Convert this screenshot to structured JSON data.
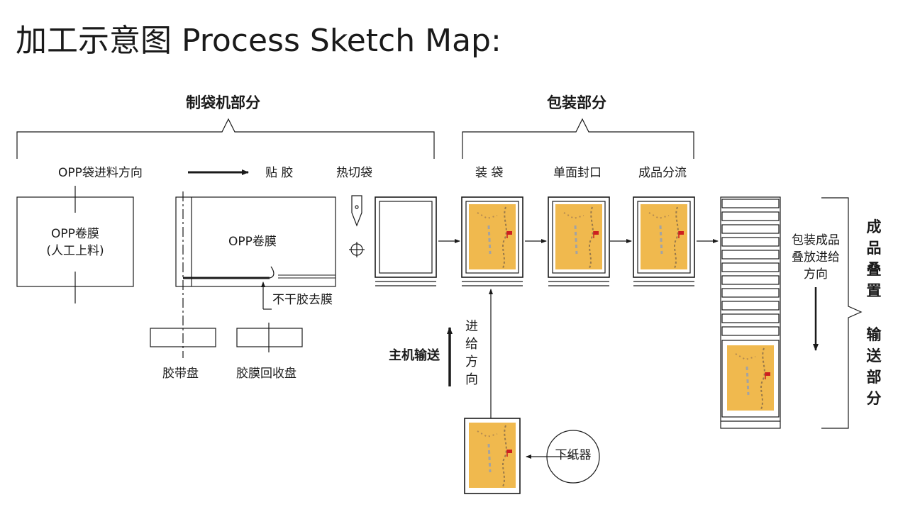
{
  "title": "加工示意图 Process Sketch Map:",
  "sections": {
    "bag_making": "制袋机部分",
    "packaging": "包装部分",
    "stacking_left": "成品叠置",
    "stacking_right": "输送部分"
  },
  "labels": {
    "feed_direction": "OPP袋进料方向",
    "glue": "贴 胶",
    "hot_cut": "热切袋",
    "bagging": "装 袋",
    "single_seal": "单面封口",
    "product_split": "成品分流",
    "opp_roll_manual_1": "OPP卷膜",
    "opp_roll_manual_2": "(人工上料)",
    "opp_roll": "OPP卷膜",
    "remove_film": "不干胶去膜",
    "tape_reel": "胶带盘",
    "film_recycle_reel": "胶膜回收盘",
    "main_conveyor": "主机输送",
    "feed_direction_vertical": "进给方向",
    "paper_feed": "下纸器",
    "stack_feed_1": "包装成品",
    "stack_feed_2": "叠放进给",
    "stack_feed_3": "方向"
  },
  "colors": {
    "line": "#1a1a1a",
    "card": "#f0b94e",
    "card_accent": "#cc1f1f"
  }
}
